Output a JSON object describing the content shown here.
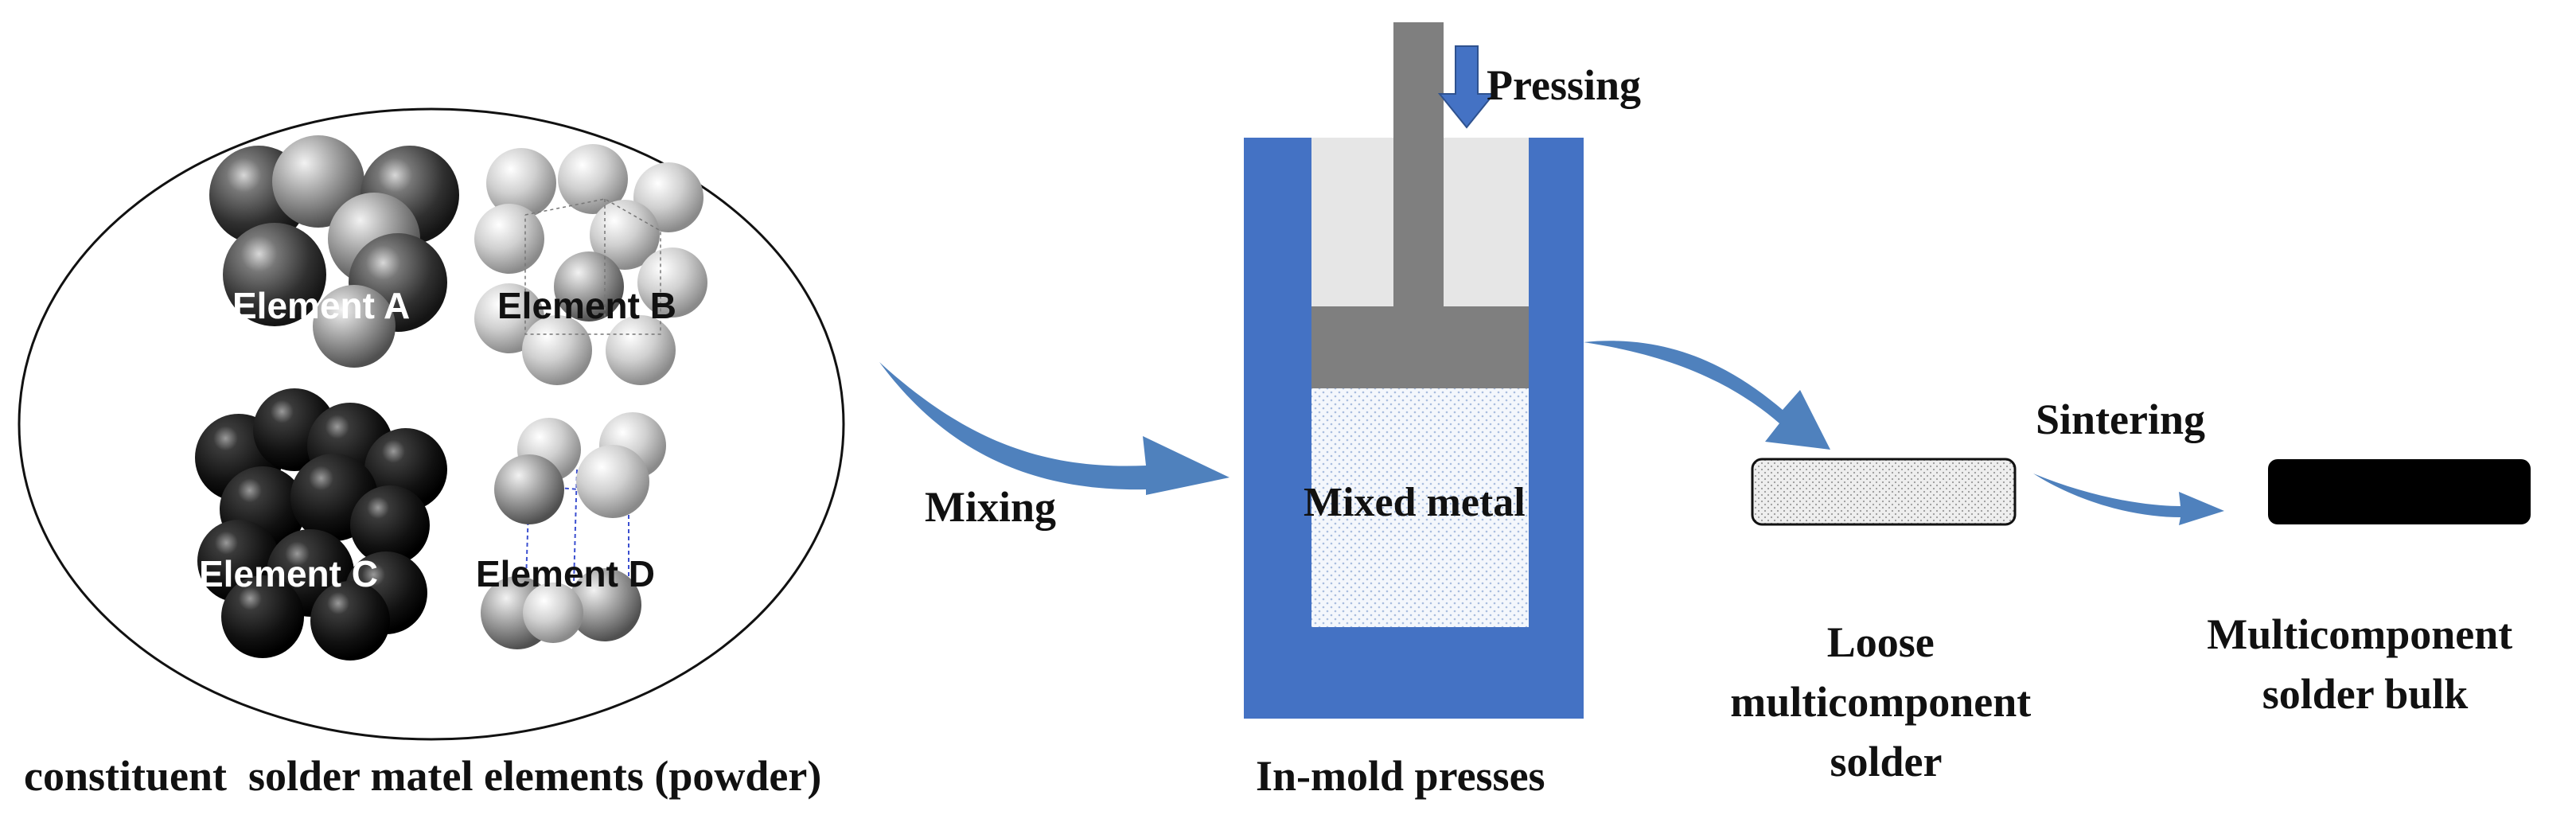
{
  "elements": {
    "a": "Element A",
    "b": "Element B",
    "c": "Element C",
    "d": "Element D"
  },
  "labels": {
    "powder_caption": "constituent  solder matel elements (powder)",
    "mixing": "Mixing",
    "pressing": "Pressing",
    "mixed_metal": "Mixed metal",
    "mold_caption": "In-mold presses",
    "sintering": "Sintering",
    "loose_solder": [
      "Loose",
      "multicomponent",
      "solder"
    ],
    "bulk_solder": [
      "Multicomponent",
      "solder bulk"
    ]
  },
  "colors": {
    "mold_blue": "#4472c4",
    "arrow_blue": "#4f81bd",
    "piston_gray": "#7f7f7f",
    "mold_interior": "#e6e6e6",
    "bulk_black": "#000000"
  }
}
